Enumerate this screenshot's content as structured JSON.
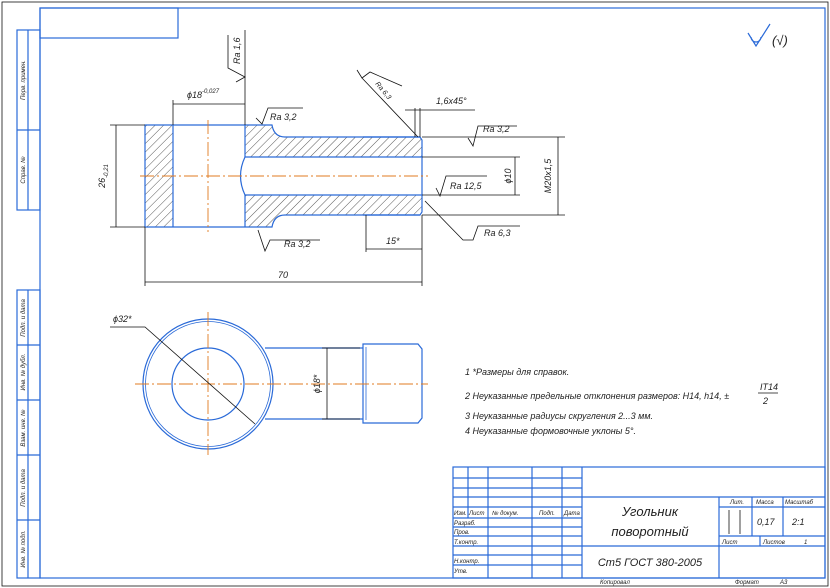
{
  "colors": {
    "outline": "#2a6ad8",
    "centerline": "#e07b20",
    "dimension": "#111111"
  },
  "margin_labels": [
    "Перв. примен.",
    "Справ. №",
    "Подп. и дата",
    "Инв. № дубл.",
    "Взам. инв. №",
    "Подп. и дата",
    "Инв. № подл."
  ],
  "general_roughness": {
    "symbol": "roughness-icon",
    "bracket": "(√)"
  },
  "section_view": {
    "dim_height": "26",
    "dim_height_tol": "-0,21",
    "dim_bore": "ϕ18",
    "dim_bore_tol": "-0,027",
    "ra_bore": "Ra 1,6",
    "ra_head_top": "Ra 3,2",
    "ra_chamfer": "Ra 6,3",
    "chamfer": "1,6x45°",
    "ra_thread": "Ra 3,2",
    "ra_inner": "Ra 12,5",
    "ra_end": "Ra 6,3",
    "ra_head_bottom": "Ra 3,2",
    "dim_inner": "ϕ10",
    "dim_thread": "M20x1,5",
    "dim_thread_len": "15*",
    "dim_length": "70"
  },
  "plan_view": {
    "dim_head": "ϕ32*",
    "dim_shaft": "ϕ18*"
  },
  "notes": [
    "1  *Размеры для справок.",
    "2  Неуказанные предельные отклонения размеров: H14, h14, ±",
    "3  Неуказанные радиусы скругления 2...3 мм.",
    "4  Неуказанные формовочные уклоны 5°."
  ],
  "note_fraction": {
    "numerator": "IT14",
    "denominator": "2"
  },
  "title_block": {
    "headers": [
      "Изм.",
      "Лист",
      "№ докум.",
      "Подп.",
      "Дата"
    ],
    "roles": [
      "Разраб.",
      "Пров.",
      "Т.контр.",
      "Н.контр.",
      "Утв."
    ],
    "name_line1": "Угольник",
    "name_line2": "поворотный",
    "material": "Ст5 ГОСТ 380-2005",
    "lit_label": "Лит.",
    "mass_label": "Масса",
    "scale_label": "Масштаб",
    "mass": "0,17",
    "scale": "2:1",
    "sheet_label": "Лист",
    "sheets_label": "Листов",
    "sheets": "1",
    "copied": "Копировал",
    "format_label": "Формат",
    "format": "А3"
  }
}
